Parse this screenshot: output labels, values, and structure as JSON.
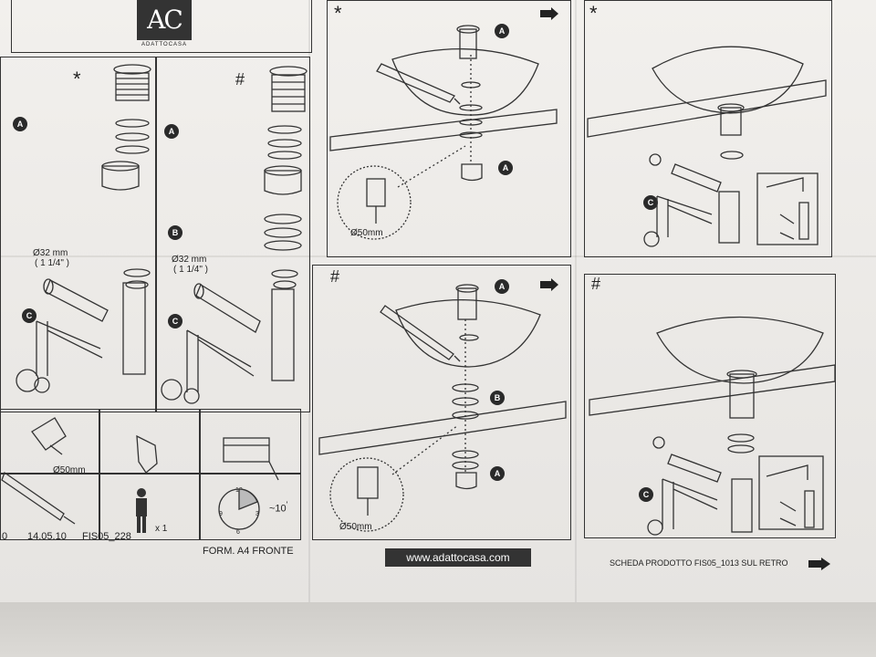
{
  "brand": {
    "logo_mark": "AC",
    "logo_text": "ADATTOCASA"
  },
  "markers": {
    "star": "*",
    "hash": "#"
  },
  "badges": {
    "a": "A",
    "b": "B",
    "c": "C"
  },
  "parts": {
    "diameter_32": "Ø32 mm",
    "inch": "( 1 1/4\" )",
    "diameter_50": "Ø50mm"
  },
  "tools": {
    "persons": "x 1",
    "time": "~10",
    "time_unit": "'",
    "clock": [
      "12",
      "3",
      "6",
      "9"
    ]
  },
  "footer": {
    "left_code": "0",
    "date": "14.05.10",
    "code": "FIS05_228",
    "form": "FORM. A4 FRONTE",
    "url": "www.adattocasa.com",
    "product_note": "SCHEDA PRODOTTO FIS05_1013 SUL RETRO"
  },
  "colors": {
    "ink": "#222222",
    "paper": "#eeece9",
    "badge": "#2a2a2a"
  }
}
